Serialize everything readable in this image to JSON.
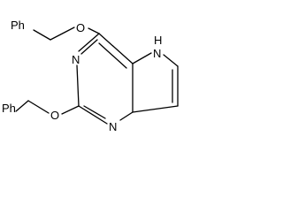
{
  "molecule": {
    "labels": {
      "ph_top": "Ph",
      "ph_bottom": "Ph",
      "o_top": "O",
      "o_bottom": "O",
      "n3": "N",
      "n1": "N",
      "nh": "H",
      "nh_n": "N"
    }
  }
}
